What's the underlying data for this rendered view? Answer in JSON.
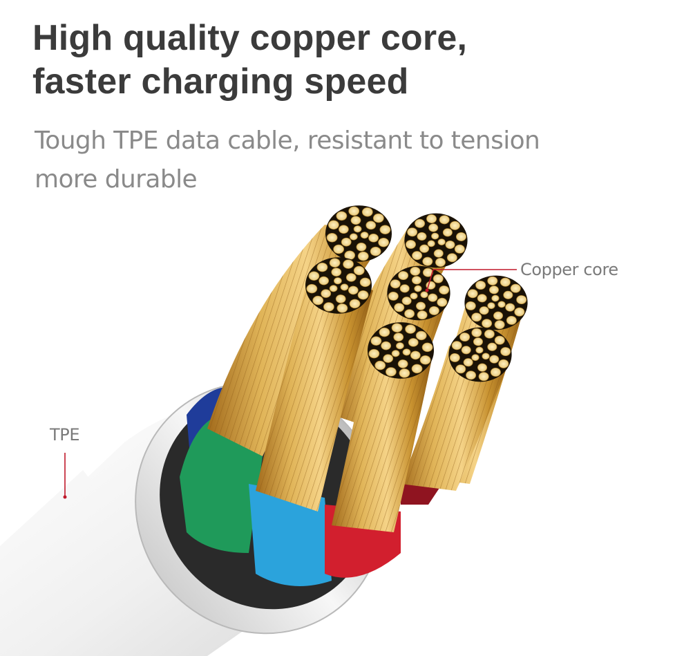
{
  "headline": {
    "line1": "High quality copper core,",
    "line2": "faster charging speed"
  },
  "subline": {
    "line1": "Tough TPE data cable, resistant to tension",
    "line2": "more durable"
  },
  "callouts": {
    "copper": "Copper core",
    "tpe": "TPE"
  },
  "colors": {
    "headline": "#3b3b3b",
    "subline": "#8a8a8a",
    "callout_line": "#c0182a",
    "copper": "#d7a849",
    "wire_green": "#1f9a5a",
    "wire_blue": "#2ba3dc",
    "wire_red": "#d21f2e",
    "wire_navy": "#1f3c9a"
  }
}
